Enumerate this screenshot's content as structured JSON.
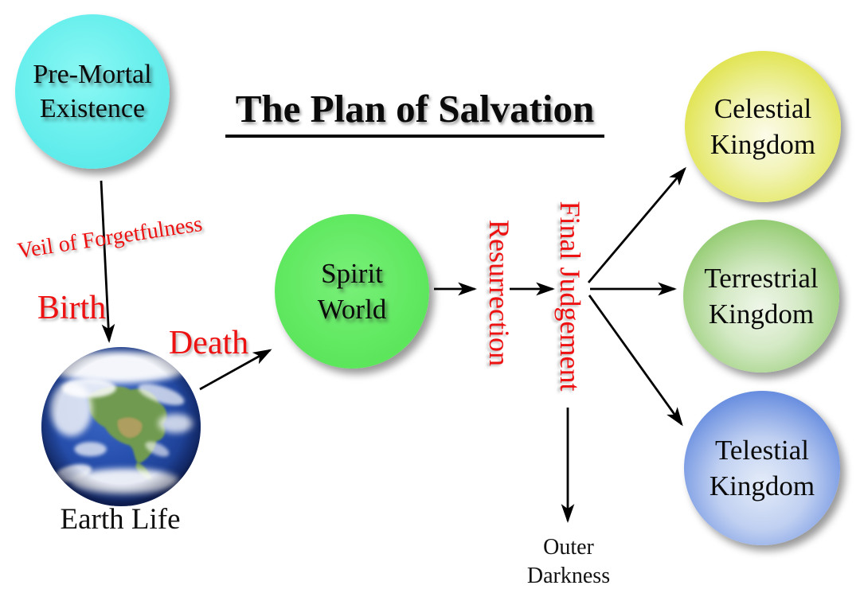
{
  "title": {
    "text": "The Plan of Salvation"
  },
  "stages": {
    "premortal": {
      "line1": "Pre-Mortal",
      "line2": "Existence",
      "fill": "#66f0f0"
    },
    "earth_life": {
      "label": "Earth Life"
    },
    "spirit_world": {
      "line1": "Spirit",
      "line2": "World",
      "fill": "#5de65d"
    },
    "celestial": {
      "line1": "Celestial",
      "line2": "Kingdom",
      "fill_center": "#fbfae8",
      "fill_edge": "#d5d91f"
    },
    "terrestrial": {
      "line1": "Terrestrial",
      "line2": "Kingdom",
      "fill_center": "#eff6e9",
      "fill_edge": "#6fba4e"
    },
    "telestial": {
      "line1": "Telestial",
      "line2": "Kingdom",
      "fill_center": "#e4ecf9",
      "fill_edge": "#3a67cf"
    },
    "outer_darkness": {
      "line1": "Outer",
      "line2": "Darkness"
    }
  },
  "transitions": {
    "veil": "Veil of Forgetfulness",
    "birth": "Birth",
    "death": "Death",
    "resurrection": "Resurrection",
    "final_judgement": "Final Judgement"
  },
  "colors": {
    "transition_label": "#ee1111",
    "text": "#111111",
    "arrow": "#000000",
    "background": "#ffffff"
  }
}
